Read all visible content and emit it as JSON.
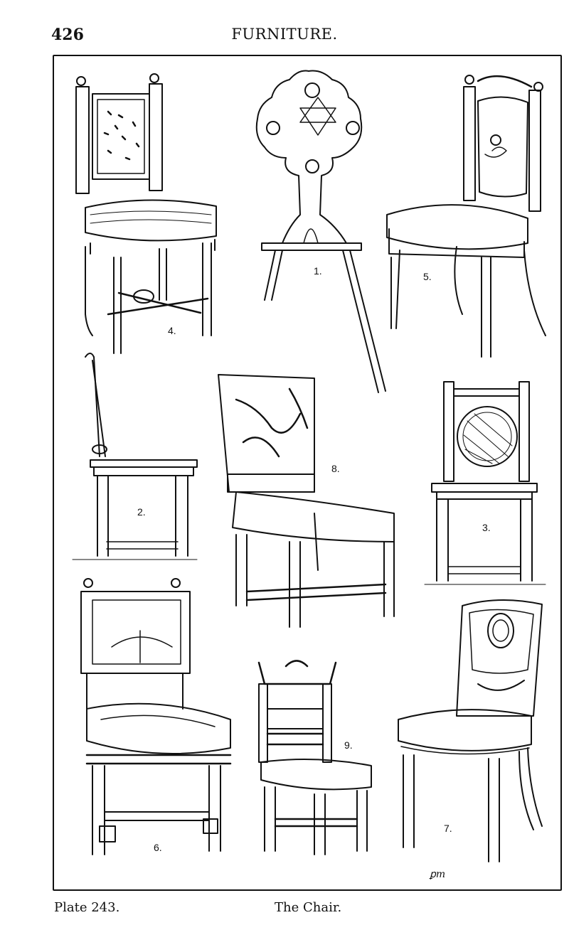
{
  "header": {
    "page_number": "426",
    "title": "FURNITURE."
  },
  "figures": [
    {
      "id": "fig-1",
      "label": "1."
    },
    {
      "id": "fig-2",
      "label": "2."
    },
    {
      "id": "fig-3",
      "label": "3."
    },
    {
      "id": "fig-4",
      "label": "4."
    },
    {
      "id": "fig-5",
      "label": "5."
    },
    {
      "id": "fig-6",
      "label": "6."
    },
    {
      "id": "fig-7",
      "label": "7."
    },
    {
      "id": "fig-8",
      "label": "8."
    },
    {
      "id": "fig-9",
      "label": "9."
    }
  ],
  "footer": {
    "plate": "Plate 243.",
    "caption": "The Chair."
  }
}
